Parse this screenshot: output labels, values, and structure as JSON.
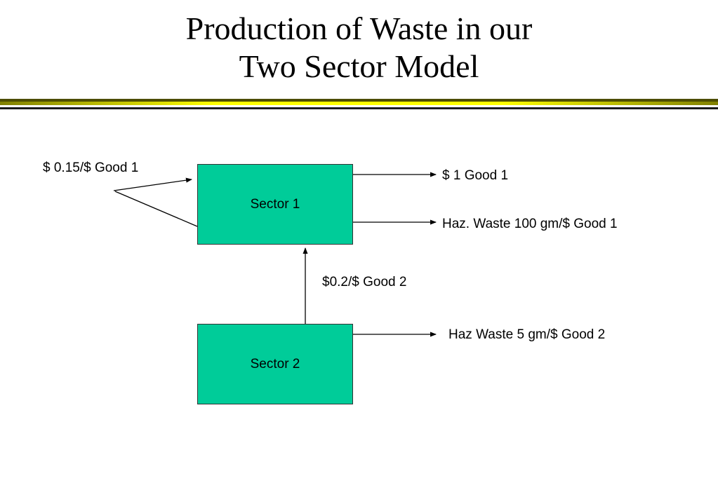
{
  "title": {
    "line1": "Production of Waste in our",
    "line2": "Two Sector Model"
  },
  "colors": {
    "box_fill": "#00cc99",
    "rule_dark": "#4d4d00",
    "rule_accent": "#ffff00"
  },
  "diagram": {
    "sector1": {
      "label": "Sector 1"
    },
    "sector2": {
      "label": "Sector 2"
    },
    "labels": {
      "self_input": "$ 0.15/$ Good 1",
      "output_good1": "$ 1 Good 1",
      "waste1": "Haz. Waste 100 gm/$ Good 1",
      "input_from_s2": "$0.2/$ Good 2",
      "waste2": "Haz Waste 5 gm/$ Good 2"
    }
  }
}
